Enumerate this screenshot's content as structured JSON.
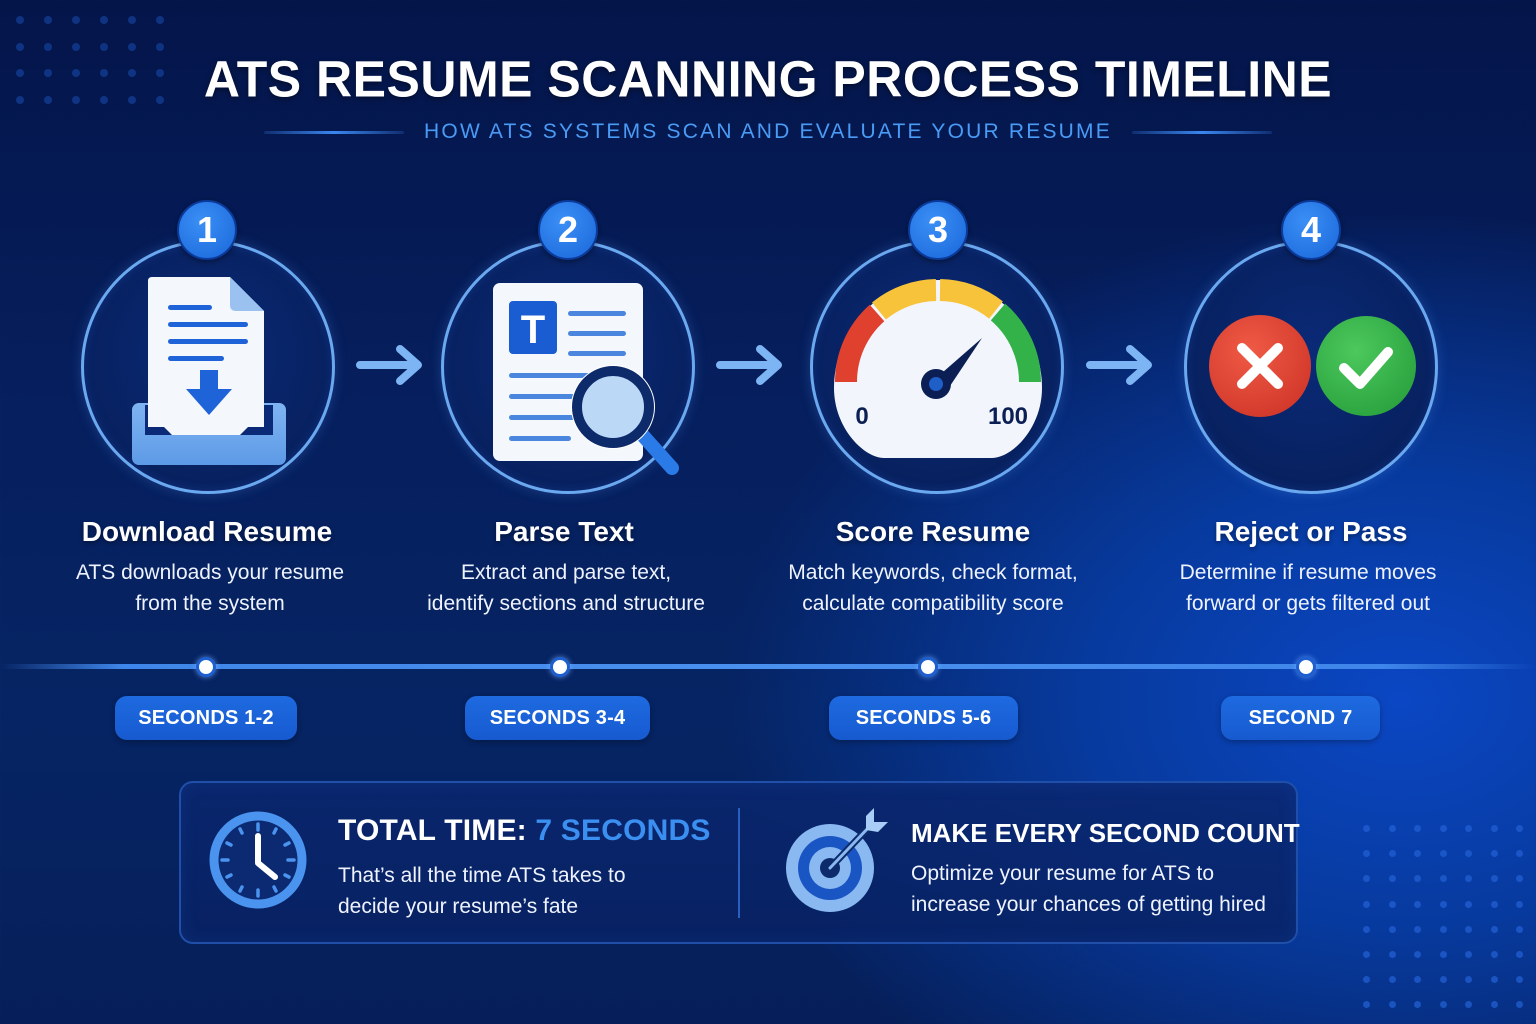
{
  "header": {
    "title": "ATS RESUME SCANNING PROCESS TIMELINE",
    "subtitle": "HOW ATS SYSTEMS SCAN AND EVALUATE YOUR RESUME"
  },
  "steps": [
    {
      "number": "1",
      "icon": "document-download-icon",
      "title": "Download Resume",
      "desc_line1": "ATS downloads your resume",
      "desc_line2": "from the system",
      "time": "SECONDS 1-2"
    },
    {
      "number": "2",
      "icon": "document-magnifier-icon",
      "title": "Parse Text",
      "desc_line1": "Extract and parse text,",
      "desc_line2": "identify sections and structure",
      "time": "SECONDS 3-4"
    },
    {
      "number": "3",
      "icon": "score-gauge-icon",
      "title": "Score Resume",
      "desc_line1": "Match keywords, check format,",
      "desc_line2": "calculate compatibility score",
      "time": "SECONDS 5-6",
      "gauge": {
        "min_label": "0",
        "max_label": "100"
      }
    },
    {
      "number": "4",
      "icon": "reject-pass-icon",
      "title": "Reject or Pass",
      "desc_line1": "Determine if resume moves",
      "desc_line2": "forward or gets filtered out",
      "time": "SECOND 7"
    }
  ],
  "summary": {
    "total": {
      "icon": "clock-icon",
      "title_prefix": "TOTAL TIME: ",
      "title_accent": "7 SECONDS",
      "desc_line1": "That’s all the time ATS takes to",
      "desc_line2": "decide your resume’s fate"
    },
    "tip": {
      "icon": "target-icon",
      "title": "MAKE EVERY SECOND COUNT",
      "desc_line1": "Optimize your resume for ATS to",
      "desc_line2": "increase your chances of getting hired"
    }
  },
  "colors": {
    "background_dark": "#04154a",
    "background_bright": "#0b47c4",
    "accent_blue": "#3b8ff0",
    "ring_blue": "#6aa8f0",
    "pill_blue": "#1e6ae0",
    "reject_red": "#e0412f",
    "pass_green": "#34b24a",
    "gauge_yellow": "#f6c33a"
  }
}
